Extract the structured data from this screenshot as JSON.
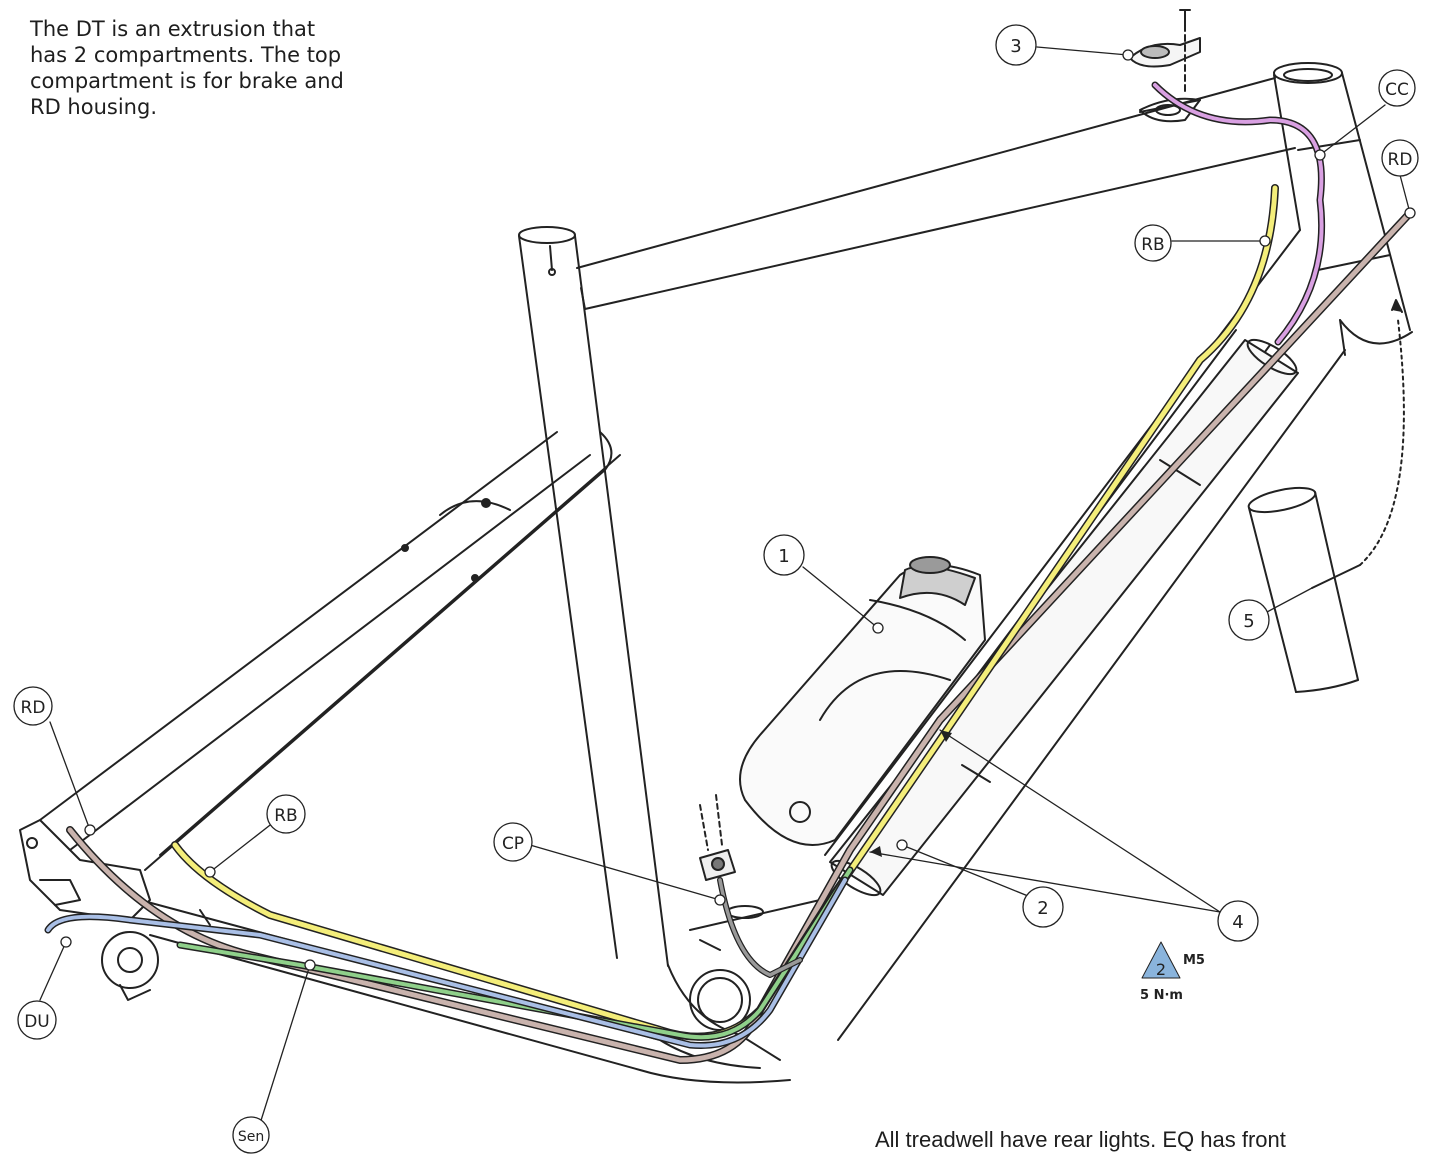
{
  "notes": {
    "top": "The DT is an extrusion that\nhas 2 compartments.  The top\ncompartment is for brake and\nRD housing.",
    "bottom": "All treadwell have rear lights. EQ has front"
  },
  "callouts": {
    "n1": "1",
    "n2": "2",
    "n3": "3",
    "n4": "4",
    "n5": "5",
    "cc": "CC",
    "rd_top": "RD",
    "rb_top": "RB",
    "rd_left": "RD",
    "rb_left": "RB",
    "cp": "CP",
    "du": "DU",
    "sen": "Sen"
  },
  "torque": {
    "value": "2",
    "size": "M5",
    "spec": "5 N·m",
    "color": "#8ab4dc"
  },
  "cable_colors": {
    "brake_yellow": "#f4ee7a",
    "derailleur_taupe": "#c9b3ad",
    "sensor_green": "#8fd08a",
    "drive_blue": "#a9bfe6",
    "cockpit_purple": "#d9a0e2"
  }
}
